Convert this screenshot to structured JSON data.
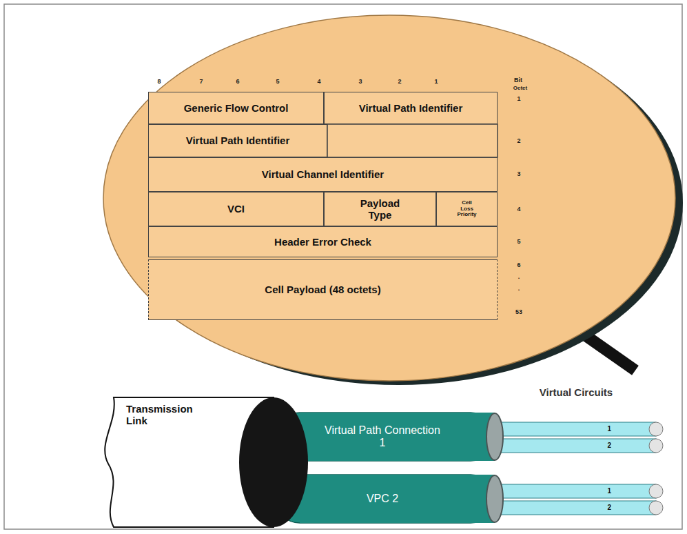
{
  "diagram": {
    "nodes": [
      {
        "text": [
          "Generic Flow Control"
        ]
      },
      {
        "text": [
          "Virtual Path Identifier"
        ]
      },
      {
        "text": [
          "Virtual Path Identifier"
        ]
      },
      {
        "text": [
          "Virtual Channel Identifier"
        ]
      },
      {
        "text": [
          "VCI"
        ]
      },
      {
        "text": [
          "Payload Type"
        ]
      },
      {
        "text": [
          "Cell Loss Priority"
        ]
      },
      {
        "text": [
          "Header Error Check"
        ]
      },
      {
        "text": [
          "Cell Payload (48 octets)"
        ]
      },
      {
        "text": [
          "Transmission Link"
        ]
      },
      {
        "text": [
          "Virtual Path Connection 1"
        ],
        "in": 9
      },
      {
        "text": [
          "1"
        ],
        "in": 10
      },
      {
        "text": [
          "2"
        ],
        "in": 10
      },
      {
        "text": [
          "VPC 2"
        ],
        "in": 9
      },
      {
        "text": [
          "1"
        ],
        "in": 13
      },
      {
        "text": [
          "2"
        ],
        "in": 13
      }
    ],
    "labels": [
      "8",
      "7",
      "6",
      "5",
      "4",
      "3",
      "2",
      "1",
      "Bit",
      "Octet",
      "1",
      "2",
      "3",
      "4",
      "5",
      "6",
      ".",
      ".",
      "53",
      "Virtual Circuits"
    ]
  }
}
